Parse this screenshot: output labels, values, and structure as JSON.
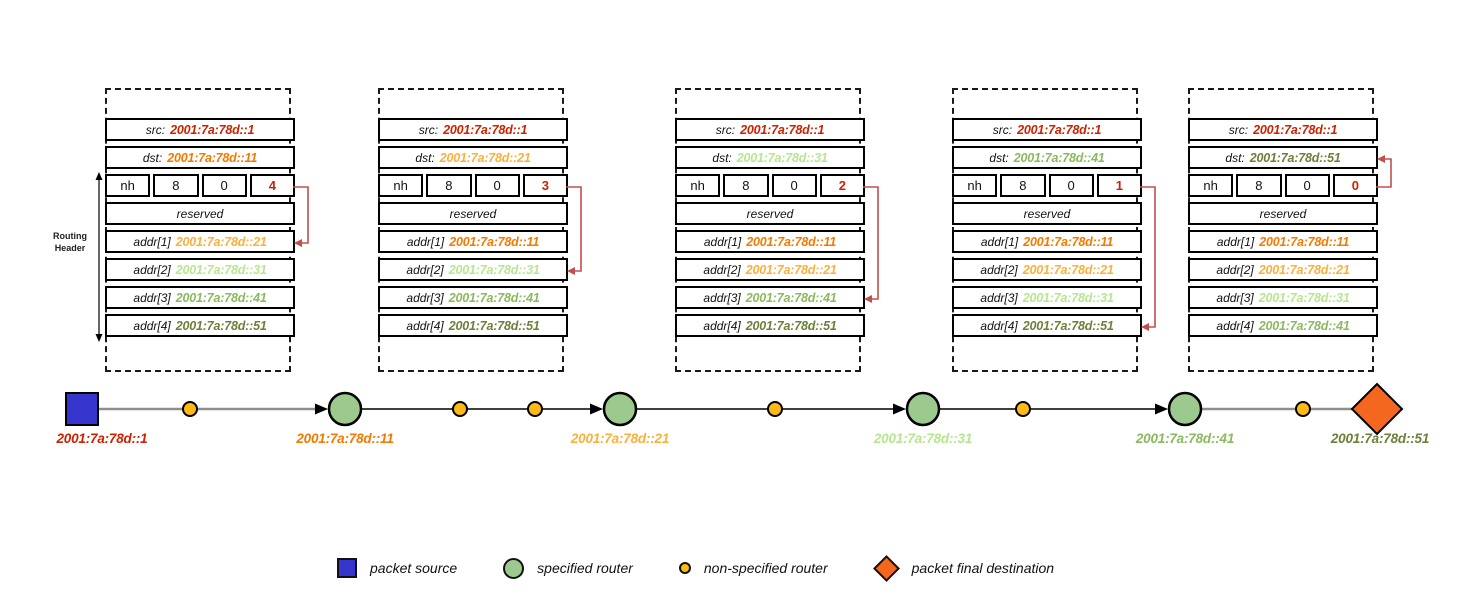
{
  "colors": {
    "red": "#cc2200",
    "orange": "#f57900",
    "amber": "#fbb03c",
    "lightgreen": "#b7e690",
    "green": "#8ab95e",
    "olive": "#6b8039",
    "arrow": "#c0504d",
    "line_gray": "#8f8f8f",
    "source_fill": "#3535cd",
    "router_fill": "#9bc98e",
    "hop_fill": "#fcba12",
    "dest_fill": "#f4671f"
  },
  "labels": {
    "src": "src:",
    "dst": "dst:",
    "nh": "nh",
    "hdr_len": "8",
    "routing_type": "0",
    "reserved": "reserved"
  },
  "routing_header_label": "Routing Header",
  "packets": [
    {
      "src": "2001:7a:78d::1",
      "dst": "2001:7a:78d::11",
      "dst_color": "#f57900",
      "segments_left": "4",
      "addrs": [
        {
          "label": "addr[1]",
          "value": "2001:7a:78d::21",
          "color": "#fbb03c"
        },
        {
          "label": "addr[2]",
          "value": "2001:7a:78d::31",
          "color": "#b7e690"
        },
        {
          "label": "addr[3]",
          "value": "2001:7a:78d::41",
          "color": "#8ab95e"
        },
        {
          "label": "addr[4]",
          "value": "2001:7a:78d::51",
          "color": "#6b8039"
        }
      ]
    },
    {
      "src": "2001:7a:78d::1",
      "dst": "2001:7a:78d::21",
      "dst_color": "#fbb03c",
      "segments_left": "3",
      "addrs": [
        {
          "label": "addr[1]",
          "value": "2001:7a:78d::11",
          "color": "#f57900"
        },
        {
          "label": "addr[2]",
          "value": "2001:7a:78d::31",
          "color": "#b7e690"
        },
        {
          "label": "addr[3]",
          "value": "2001:7a:78d::41",
          "color": "#8ab95e"
        },
        {
          "label": "addr[4]",
          "value": "2001:7a:78d::51",
          "color": "#6b8039"
        }
      ]
    },
    {
      "src": "2001:7a:78d::1",
      "dst": "2001:7a:78d::31",
      "dst_color": "#b7e690",
      "segments_left": "2",
      "addrs": [
        {
          "label": "addr[1]",
          "value": "2001:7a:78d::11",
          "color": "#f57900"
        },
        {
          "label": "addr[2]",
          "value": "2001:7a:78d::21",
          "color": "#fbb03c"
        },
        {
          "label": "addr[3]",
          "value": "2001:7a:78d::41",
          "color": "#8ab95e"
        },
        {
          "label": "addr[4]",
          "value": "2001:7a:78d::51",
          "color": "#6b8039"
        }
      ]
    },
    {
      "src": "2001:7a:78d::1",
      "dst": "2001:7a:78d::41",
      "dst_color": "#8ab95e",
      "segments_left": "1",
      "addrs": [
        {
          "label": "addr[1]",
          "value": "2001:7a:78d::11",
          "color": "#f57900"
        },
        {
          "label": "addr[2]",
          "value": "2001:7a:78d::21",
          "color": "#fbb03c"
        },
        {
          "label": "addr[3]",
          "value": "2001:7a:78d::31",
          "color": "#b7e690"
        },
        {
          "label": "addr[4]",
          "value": "2001:7a:78d::51",
          "color": "#6b8039"
        }
      ]
    },
    {
      "src": "2001:7a:78d::1",
      "dst": "2001:7a:78d::51",
      "dst_color": "#6b8039",
      "segments_left": "0",
      "addrs": [
        {
          "label": "addr[1]",
          "value": "2001:7a:78d::11",
          "color": "#f57900"
        },
        {
          "label": "addr[2]",
          "value": "2001:7a:78d::21",
          "color": "#fbb03c"
        },
        {
          "label": "addr[3]",
          "value": "2001:7a:78d::31",
          "color": "#b7e690"
        },
        {
          "label": "addr[4]",
          "value": "2001:7a:78d::41",
          "color": "#8ab95e"
        }
      ]
    }
  ],
  "path": {
    "nodes": [
      {
        "kind": "packet source",
        "label": "2001:7a:78d::1",
        "color": "#cc2200"
      },
      {
        "kind": "specified router",
        "label": "2001:7a:78d::11",
        "color": "#f57900"
      },
      {
        "kind": "specified router",
        "label": "2001:7a:78d::21",
        "color": "#fbb03c"
      },
      {
        "kind": "specified router",
        "label": "2001:7a:78d::31",
        "color": "#b7e690"
      },
      {
        "kind": "specified router",
        "label": "2001:7a:78d::41",
        "color": "#8ab95e"
      },
      {
        "kind": "packet final destination",
        "label": "2001:7a:78d::51",
        "color": "#6b8039"
      }
    ]
  },
  "legend": {
    "items": [
      {
        "label": "packet source"
      },
      {
        "label": "specified router"
      },
      {
        "label": "non-specified router"
      },
      {
        "label": "packet final destination"
      }
    ]
  }
}
